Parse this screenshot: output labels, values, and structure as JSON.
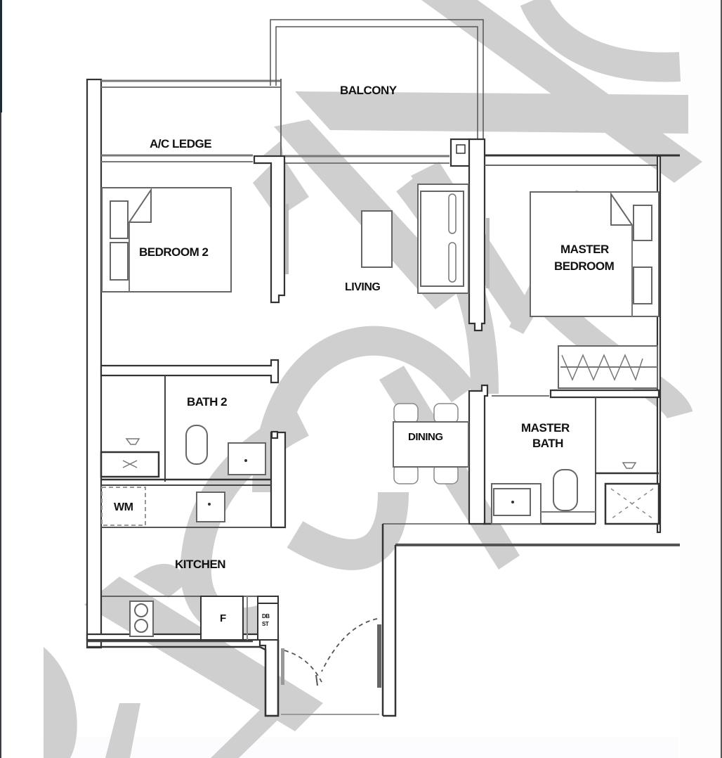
{
  "diagram": {
    "type": "floor-plan",
    "watermark_color": "#cfcfcf",
    "line_color": "#333333",
    "rooms": {
      "balcony": "BALCONY",
      "ac_ledge": "A/C LEDGE",
      "bedroom2": "BEDROOM 2",
      "living": "LIVING",
      "master_bedroom_line1": "MASTER",
      "master_bedroom_line2": "BEDROOM",
      "bath2": "BATH 2",
      "dining": "DINING",
      "master_bath_line1": "MASTER",
      "master_bath_line2": "BATH",
      "washing_machine": "WM",
      "kitchen": "KITCHEN",
      "fridge": "F",
      "db_st_line1": "DB",
      "db_st_line2": "ST"
    }
  }
}
